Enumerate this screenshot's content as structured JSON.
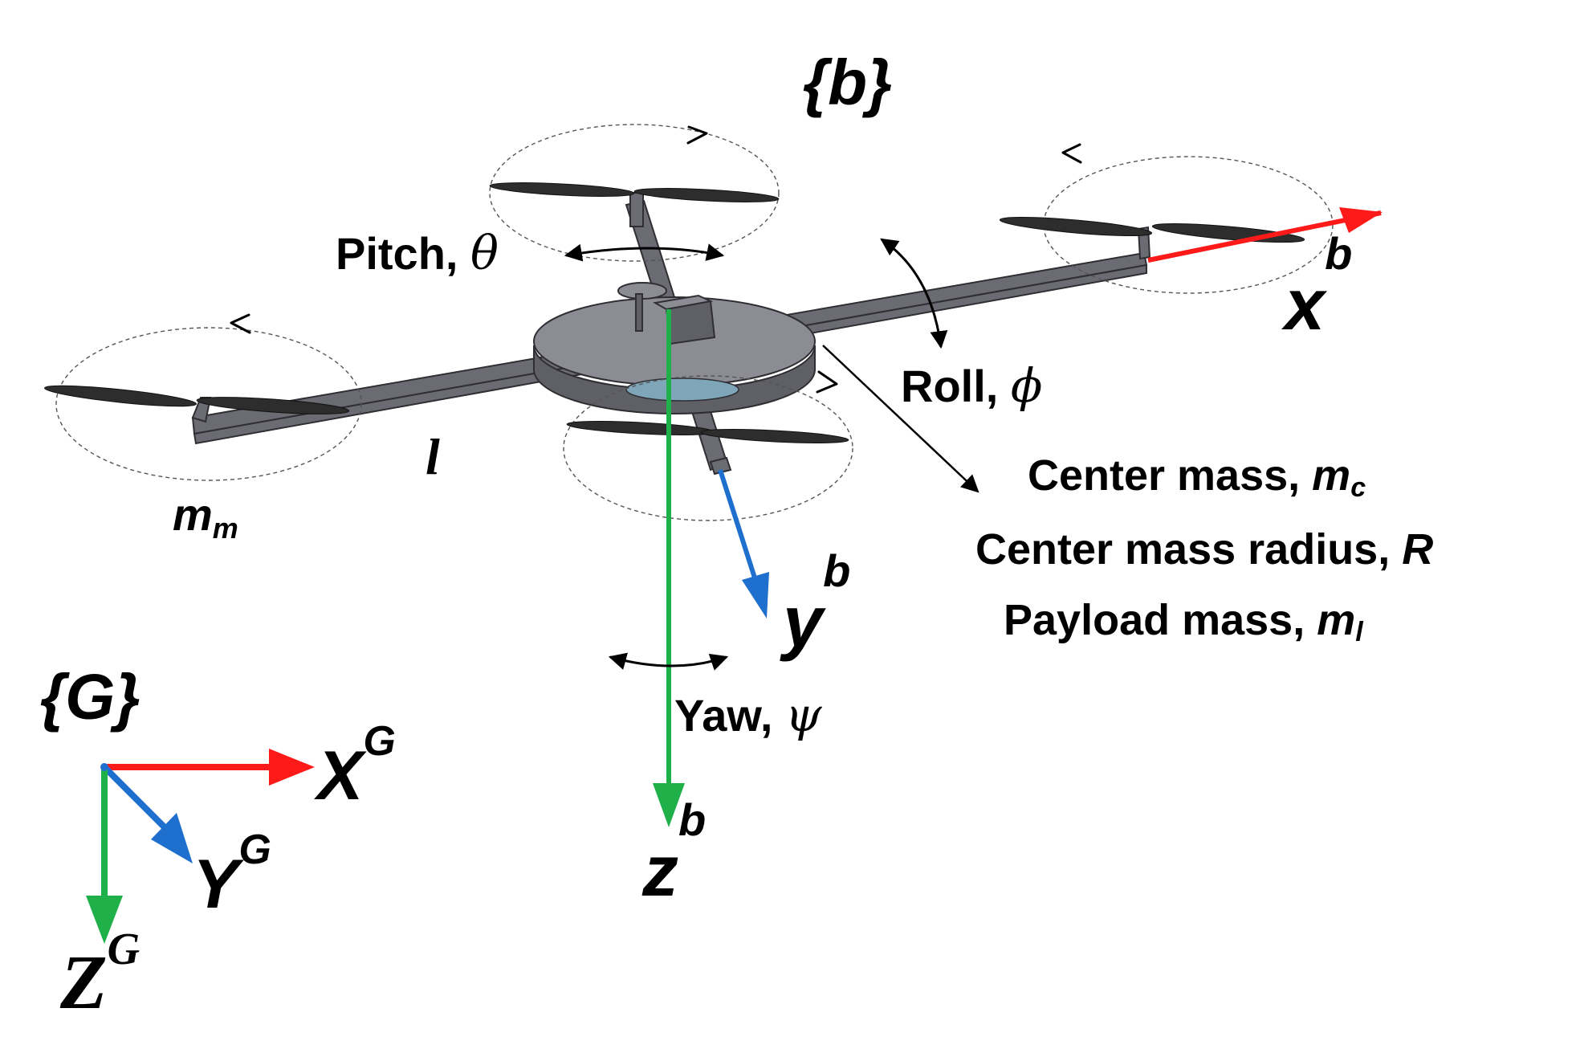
{
  "frames": {
    "body": "{b}",
    "global": "{G}"
  },
  "body_axes": {
    "x": {
      "letter": "x",
      "sup": "b",
      "color": "#ff1a1a"
    },
    "y": {
      "letter": "y",
      "sup": "b",
      "color": "#1f6fcf"
    },
    "z": {
      "letter": "z",
      "sup": "b",
      "color": "#1fb04a"
    }
  },
  "global_axes": {
    "x": {
      "letter": "X",
      "sup": "G",
      "color": "#ff1a1a"
    },
    "y": {
      "letter": "Y",
      "sup": "G",
      "color": "#1f6fcf"
    },
    "z": {
      "letter": "Z",
      "sup": "G",
      "color": "#1fb04a"
    }
  },
  "rotations": {
    "pitch": {
      "text": "Pitch, ",
      "symbol": "θ"
    },
    "roll": {
      "text": "Roll, ",
      "symbol": "ϕ"
    },
    "yaw": {
      "text": "Yaw, ",
      "symbol": "ψ"
    }
  },
  "parameters": {
    "arm_length": "l",
    "motor_mass": {
      "base": "m",
      "sub": "m"
    },
    "center_mass": {
      "text": "Center mass, ",
      "base": "m",
      "sub": "c"
    },
    "center_radius": {
      "text": "Center mass radius, ",
      "symbol": "R"
    },
    "payload_mass": {
      "text": "Payload mass, ",
      "base": "m",
      "sub": "l"
    }
  }
}
